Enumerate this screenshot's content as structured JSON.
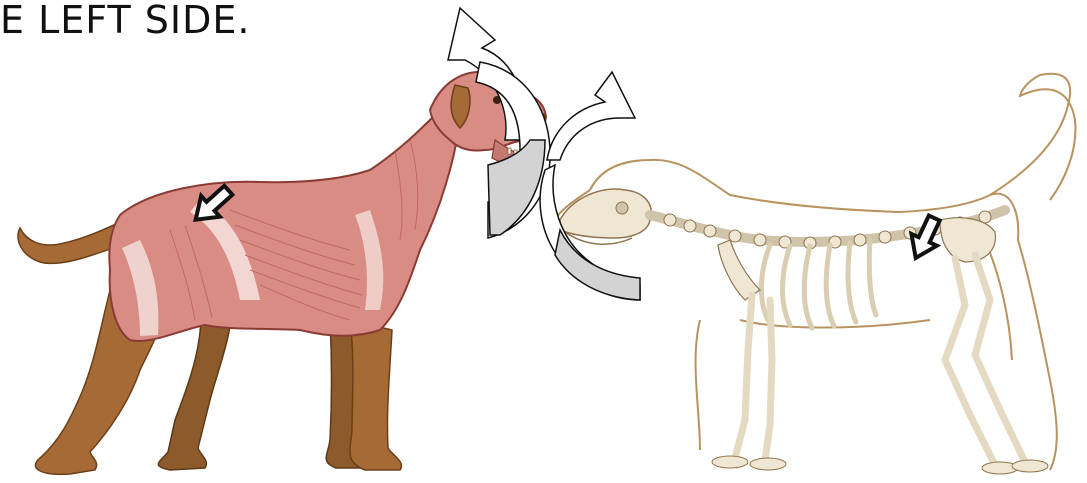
{
  "caption": "E LEFT SIDE.",
  "figures": {
    "left": {
      "name": "muscle-anatomy-dog",
      "palette": {
        "muscle": "#d98c84",
        "muscle_dark": "#b9615a",
        "fur": "#a56a35",
        "fur_dark": "#7a4a20",
        "fascia": "#f4e3de"
      }
    },
    "right": {
      "name": "skeleton-dog",
      "palette": {
        "bone": "#efe6d4",
        "bone_shade": "#cfc3a9",
        "outline": "#b8935f"
      }
    }
  },
  "icons": {
    "rotate": "curved-rotate-arrow-icon",
    "pointer": "down-right-arrow-icon"
  },
  "colors": {
    "arrow_fill_light": "#ffffff",
    "arrow_fill_grey": "#d3d3d3",
    "arrow_stroke": "#111111"
  }
}
